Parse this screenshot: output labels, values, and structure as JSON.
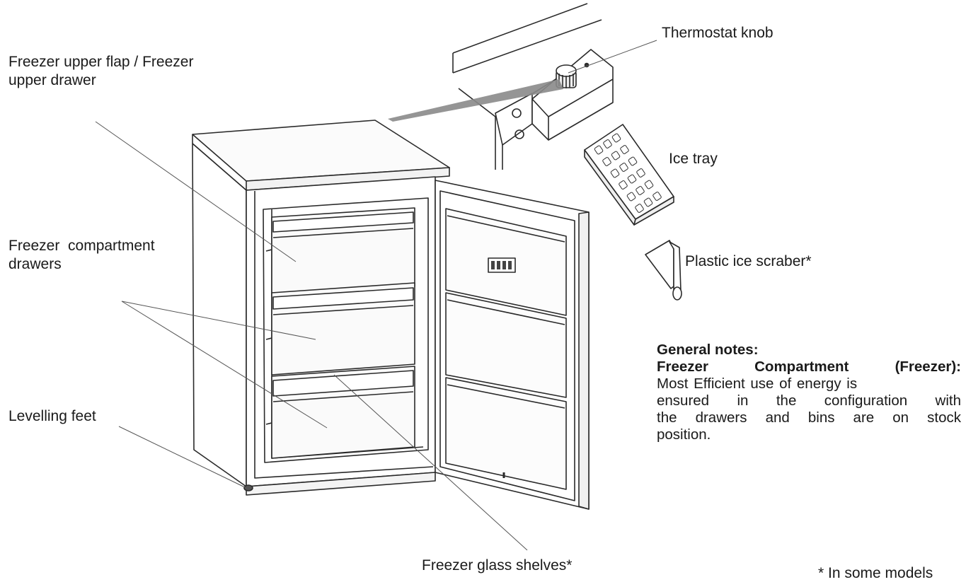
{
  "labels": {
    "thermostat_knob": "Thermostat knob",
    "freezer_upper_flap_line1": "Freezer upper flap / Freezer",
    "freezer_upper_flap_line2": "upper drawer",
    "ice_tray": "Ice tray",
    "freezer_drawers_line1": "Freezer  compartment",
    "freezer_drawers_line2": "drawers",
    "plastic_ice_scraper": "Plastic ice scraber*",
    "levelling_feet": "Levelling feet",
    "freezer_glass_shelves": "Freezer glass shelves*",
    "in_some_models": "* In some models"
  },
  "notes": {
    "heading": "General notes:",
    "subheading": "Freezer  Compartment  (Freezer):",
    "lines": [
      "Most Efficient use of energy is",
      "ensured in the configuration with",
      "the drawers and bins are on stock",
      "position."
    ]
  },
  "colors": {
    "line": "#2a2a2a",
    "callout_gray": "#8a8a8a",
    "text": "#1a1a1a"
  }
}
